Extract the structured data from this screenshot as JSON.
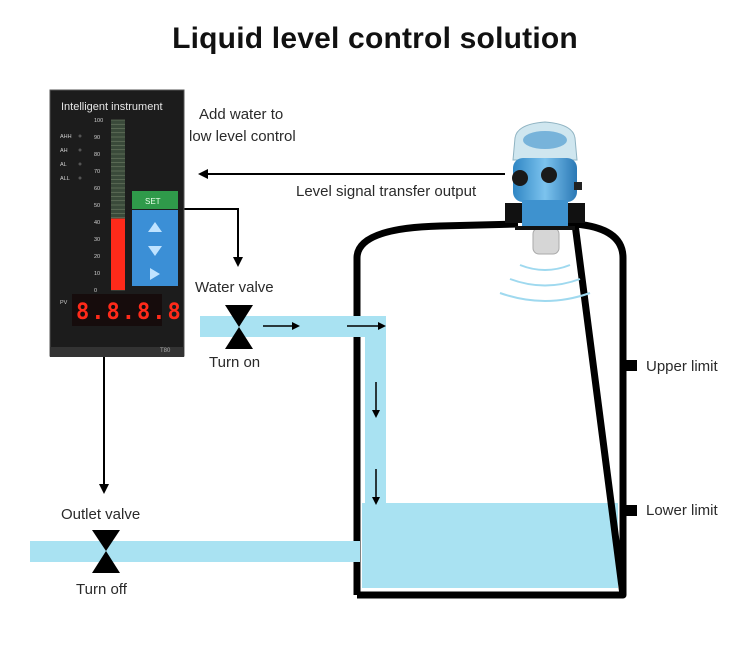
{
  "title": "Liquid level control solution",
  "instrument": {
    "name": "Intelligent instrument",
    "model": "T80",
    "alarms": [
      "AHH",
      "AH",
      "AL",
      "ALL"
    ],
    "scale": [
      "100",
      "90",
      "80",
      "70",
      "60",
      "50",
      "40",
      "30",
      "20",
      "10",
      "0"
    ],
    "pv_label": "PV",
    "set_label": "SET",
    "display": "8.8.8.8",
    "level_percent": 42
  },
  "labels": {
    "add_water_line1": "Add water to",
    "add_water_line2": "low level control",
    "signal_output": "Level signal transfer output",
    "water_valve": "Water valve",
    "turn_on": "Turn on",
    "outlet_valve": "Outlet valve",
    "turn_off": "Turn off",
    "upper_limit": "Upper limit",
    "lower_limit": "Lower limit"
  },
  "colors": {
    "water": "#a9e2f2",
    "pipe_line": "#000000",
    "bar_red": "#ff2a1a",
    "set_button": "#2f9a4a",
    "key_blue": "#3b8fd6"
  }
}
